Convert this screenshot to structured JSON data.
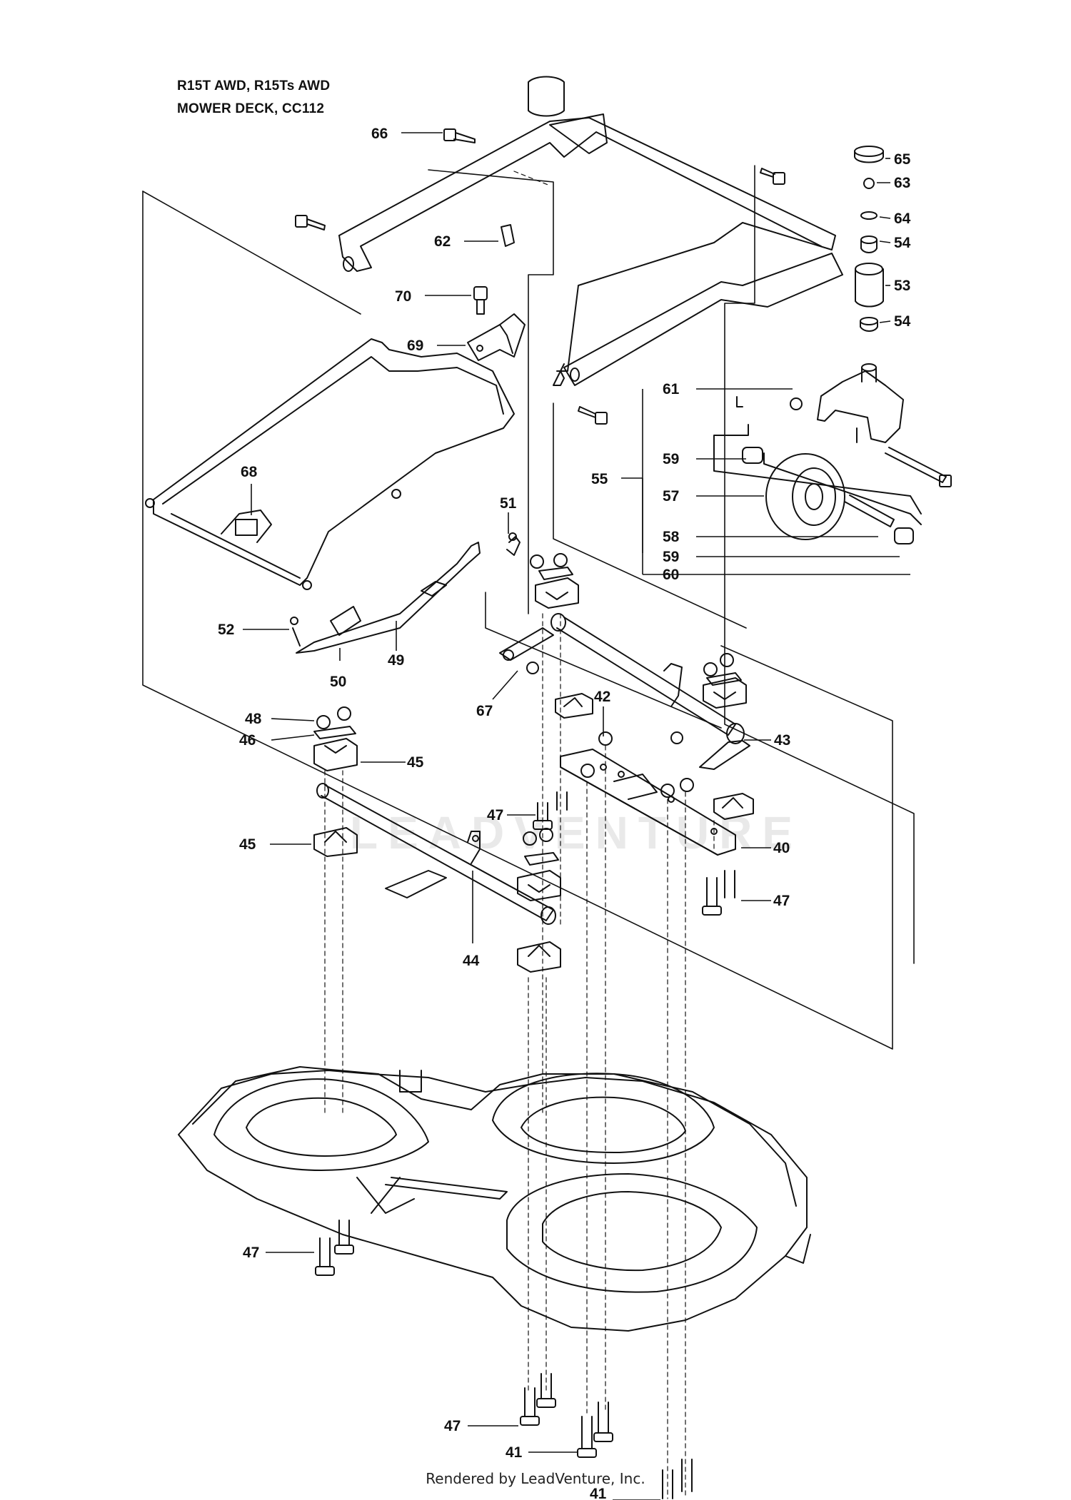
{
  "header": {
    "line1": "R15T AWD, R15Ts AWD",
    "line2": "MOWER DECK, CC112"
  },
  "watermark": "LEADVENTURE",
  "footer": "Rendered by LeadVenture, Inc.",
  "callouts": [
    "66",
    "65",
    "63",
    "64",
    "54",
    "53",
    "54",
    "62",
    "70",
    "69",
    "61",
    "59",
    "55",
    "57",
    "58",
    "59",
    "60",
    "68",
    "51",
    "52",
    "49",
    "50",
    "67",
    "42",
    "43",
    "48",
    "46",
    "45",
    "45",
    "47",
    "40",
    "47",
    "44",
    "47",
    "47",
    "41",
    "41"
  ]
}
